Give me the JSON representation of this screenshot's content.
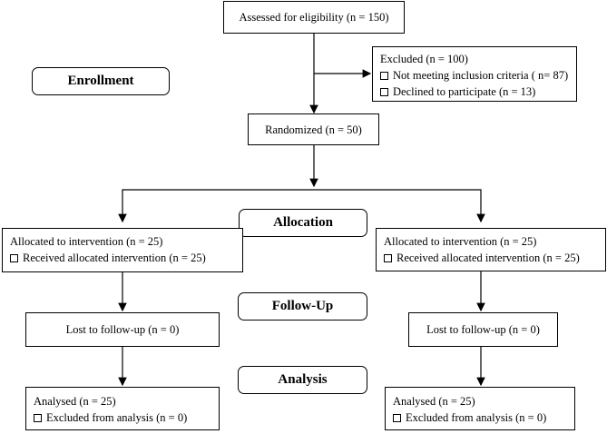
{
  "assessed": "Assessed for eligibility (n = 150)",
  "excluded": {
    "title": "Excluded (n = 100)",
    "items": [
      "Not meeting inclusion criteria ( n= 87)",
      "Declined to participate (n = 13)"
    ]
  },
  "randomized": "Randomized (n = 50)",
  "stages": {
    "enrollment": "Enrollment",
    "allocation": "Allocation",
    "follow_up": "Follow-Up",
    "analysis": "Analysis"
  },
  "left": {
    "allocated": "Allocated to intervention (n = 25)",
    "received": "Received allocated intervention (n = 25)",
    "lost": "Lost to follow-up (n = 0)",
    "analysed": "Analysed (n = 25)",
    "excluded_analysis": "Excluded from analysis (n = 0)"
  },
  "right": {
    "allocated": "Allocated to intervention (n = 25)",
    "received": "Received allocated intervention (n = 25)",
    "lost": "Lost to follow-up (n = 0)",
    "analysed": "Analysed (n = 25)",
    "excluded_analysis": "Excluded from analysis (n = 0)"
  }
}
